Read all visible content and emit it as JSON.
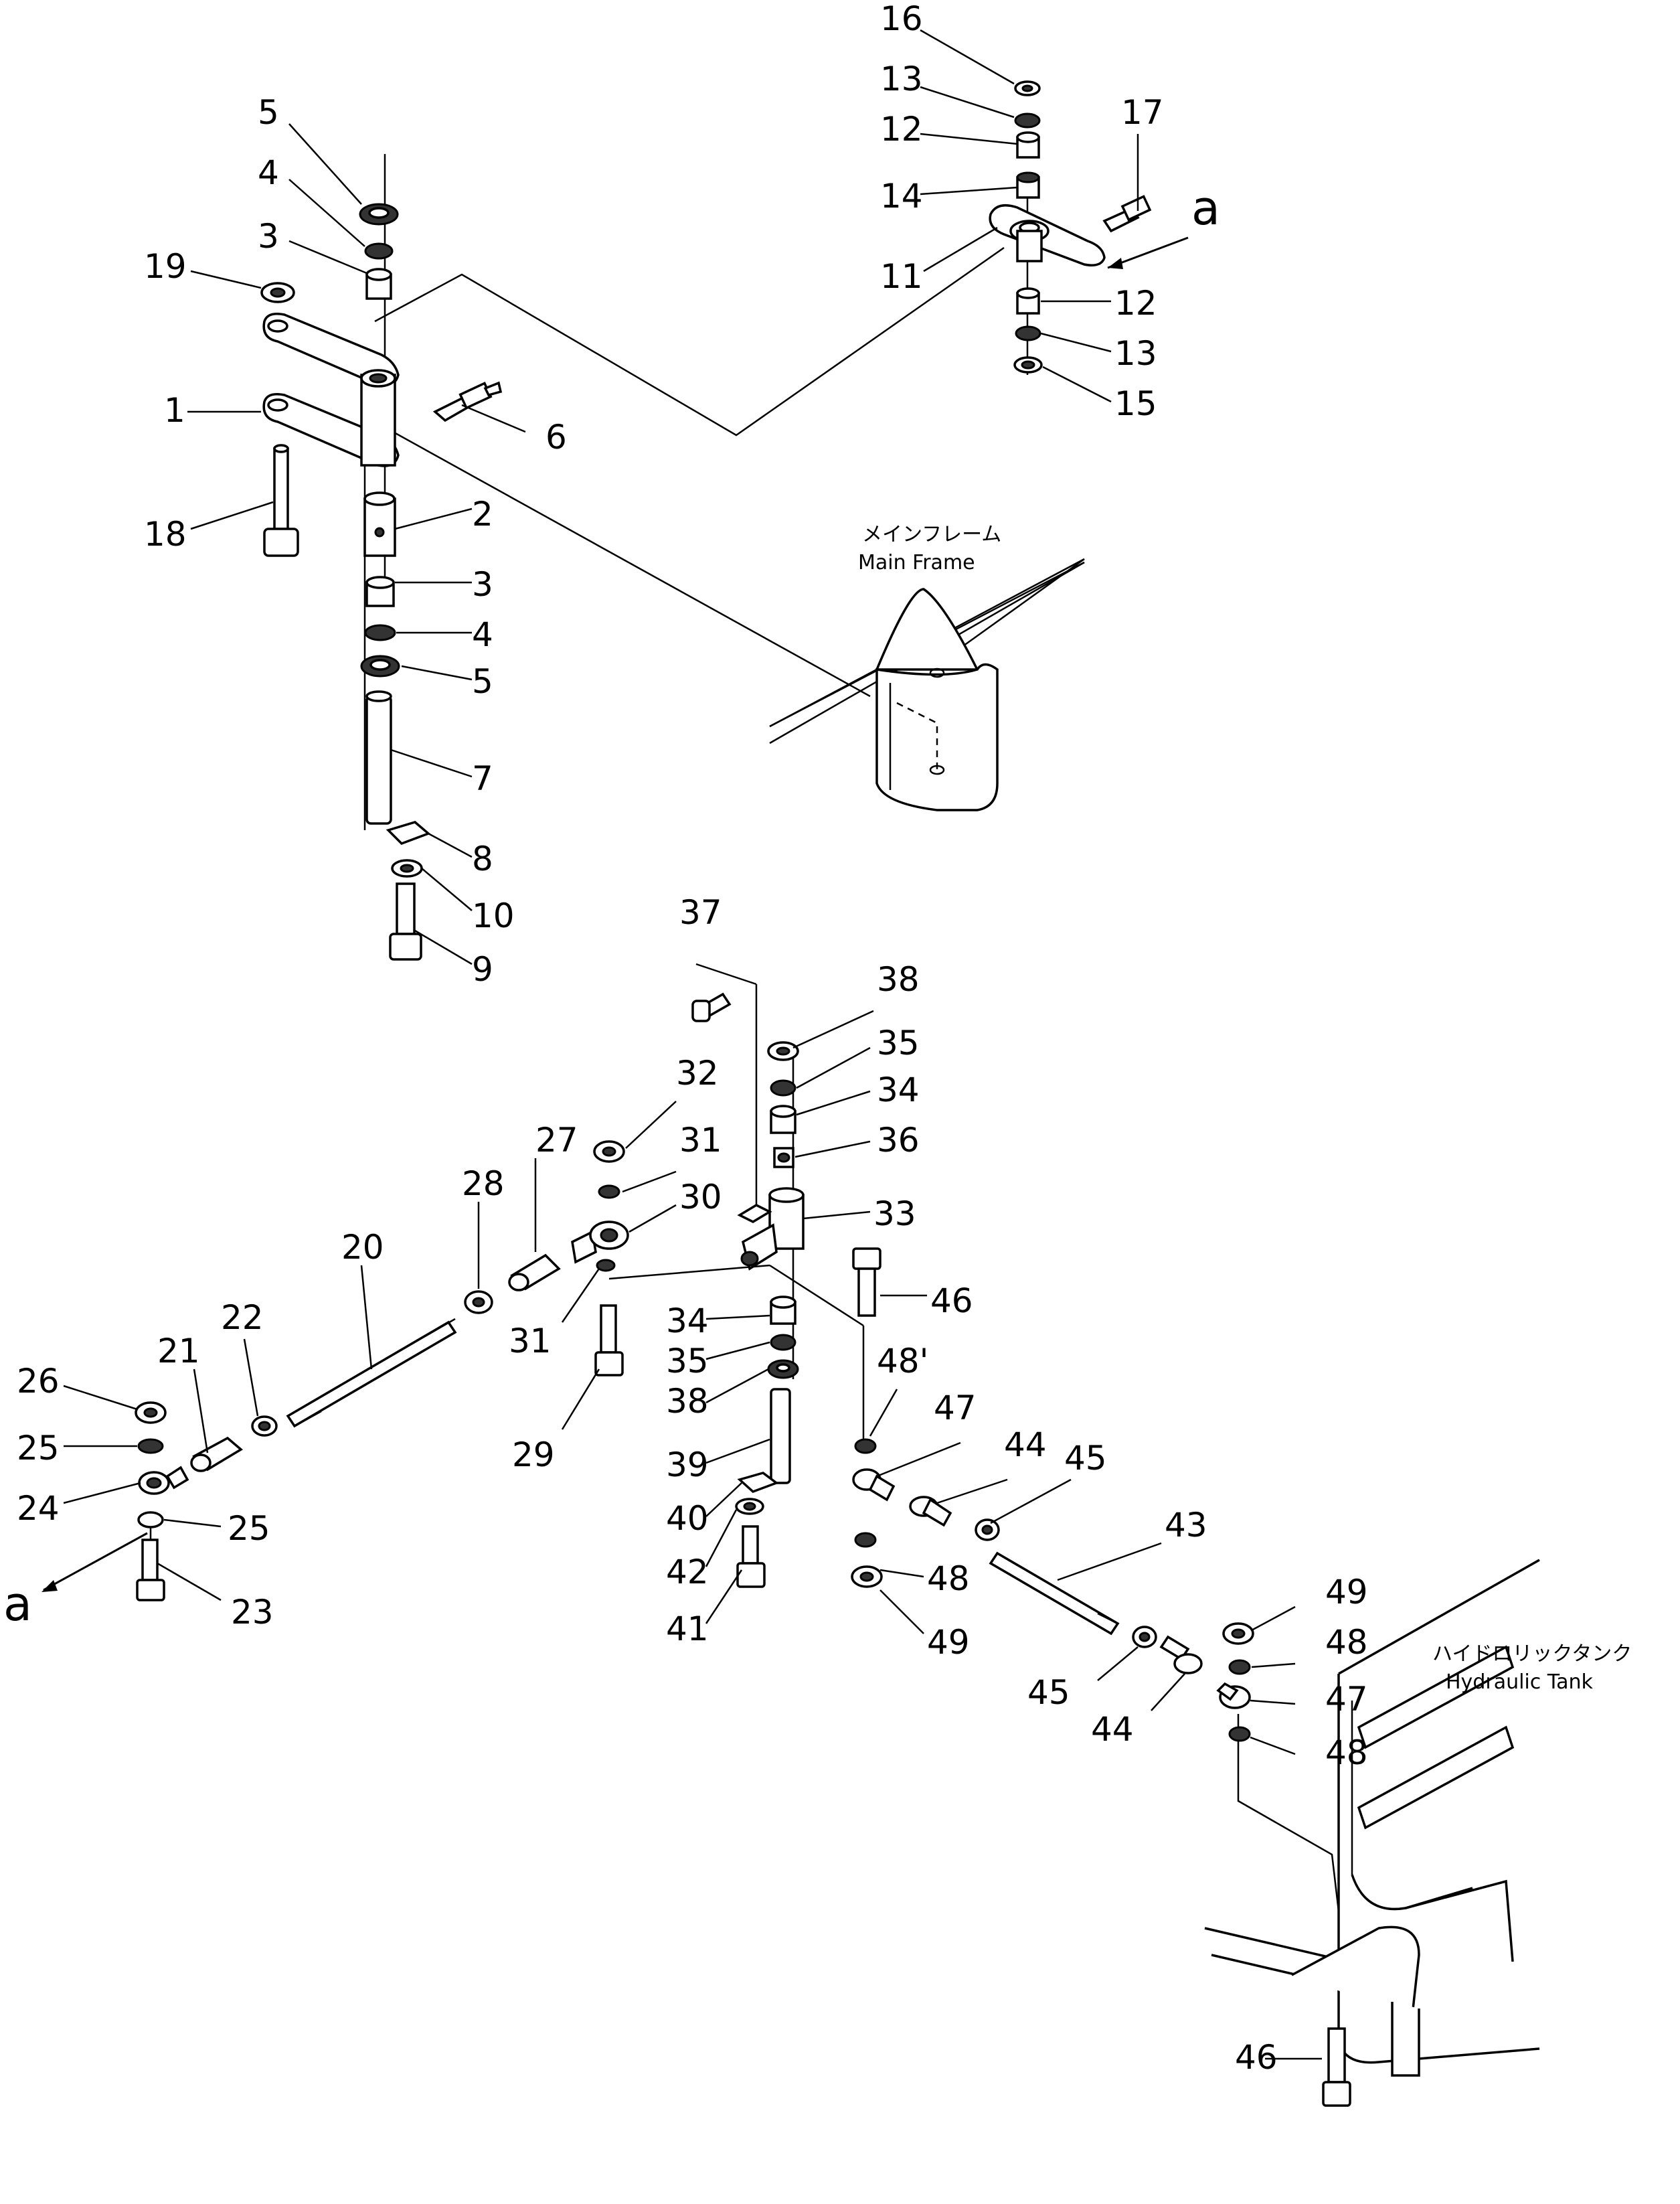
{
  "labels": {
    "p1": "1",
    "p2": "2",
    "p3a": "3",
    "p3b": "3",
    "p4a": "4",
    "p4b": "4",
    "p5a": "5",
    "p5b": "5",
    "p6": "6",
    "p7": "7",
    "p8": "8",
    "p9": "9",
    "p10": "10",
    "p11": "11",
    "p12a": "12",
    "p12b": "12",
    "p13a": "13",
    "p13b": "13",
    "p14": "14",
    "p15": "15",
    "p16": "16",
    "p17": "17",
    "p18": "18",
    "p19": "19",
    "p20": "20",
    "p21": "21",
    "p22": "22",
    "p23": "23",
    "p24": "24",
    "p25a": "25",
    "p25b": "25",
    "p26": "26",
    "p27": "27",
    "p28": "28",
    "p29": "29",
    "p30": "30",
    "p31a": "31",
    "p31b": "31",
    "p32": "32",
    "p33": "33",
    "p34a": "34",
    "p34b": "34",
    "p35a": "35",
    "p35b": "35",
    "p36": "36",
    "p37": "37",
    "p38a": "38",
    "p38b": "38",
    "p39": "39",
    "p40": "40",
    "p41": "41",
    "p42": "42",
    "p43": "43",
    "p44a": "44",
    "p44b": "44",
    "p45a": "45",
    "p45b": "45",
    "p46a": "46",
    "p46b": "46",
    "p47a": "47",
    "p47b": "47",
    "p48a": "48'",
    "p48b": "48",
    "p48c": "48",
    "p48d": "48",
    "p49a": "49",
    "p49b": "49",
    "ref_a1": "a",
    "ref_a2": "a"
  },
  "notes": {
    "main_frame_jp": "メインフレーム",
    "main_frame_en": "Main Frame",
    "tank_jp": "ハイドロリックタンク",
    "tank_en": "Hydraulic Tank"
  }
}
